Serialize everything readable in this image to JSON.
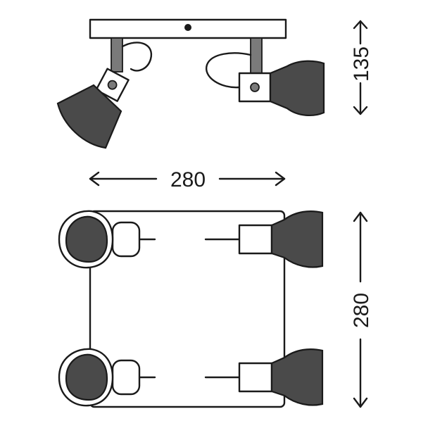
{
  "dimensions": {
    "side_height": "135",
    "side_width": "280",
    "top_depth": "280"
  },
  "colors": {
    "line": "#1a1a1a",
    "shade_fill": "#4a4a4a",
    "background": "#ffffff"
  }
}
